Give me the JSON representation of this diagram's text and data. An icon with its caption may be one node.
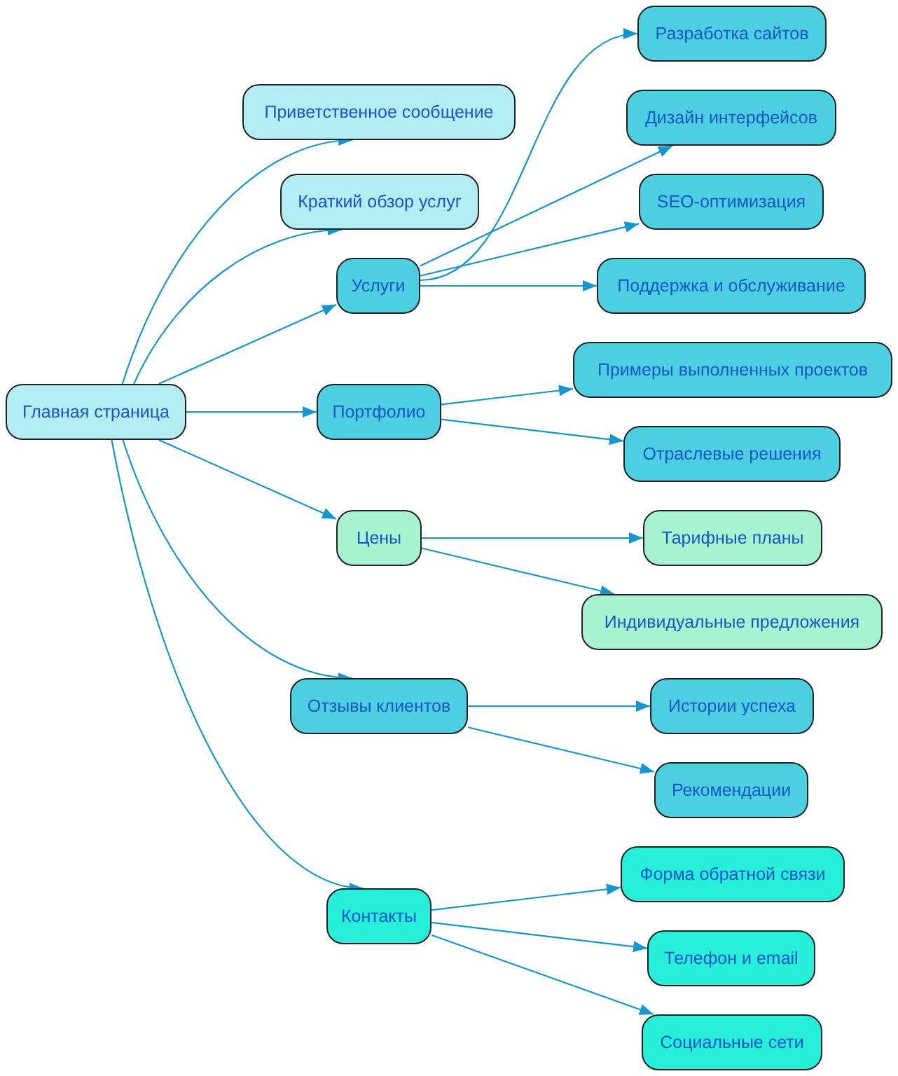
{
  "diagram": {
    "nodes": [
      {
        "text": [
          "Главная страница"
        ]
      },
      {
        "text": [
          "Приветственное сообщение"
        ]
      },
      {
        "text": [
          "Краткий обзор услуг"
        ]
      },
      {
        "text": [
          "Услуги"
        ]
      },
      {
        "text": [
          "Разработка сайтов"
        ]
      },
      {
        "text": [
          "Дизайн интерфейсов"
        ]
      },
      {
        "text": [
          "SEO-оптимизация"
        ]
      },
      {
        "text": [
          "Поддержка и обслуживание"
        ]
      },
      {
        "text": [
          "Портфолио"
        ]
      },
      {
        "text": [
          "Примеры выполненных проектов"
        ]
      },
      {
        "text": [
          "Отраслевые решения"
        ]
      },
      {
        "text": [
          "Цены"
        ]
      },
      {
        "text": [
          "Тарифные планы"
        ]
      },
      {
        "text": [
          "Индивидуальные предложения"
        ]
      },
      {
        "text": [
          "Отзывы клиентов"
        ]
      },
      {
        "text": [
          "Истории успеха"
        ]
      },
      {
        "text": [
          "Рекомендации"
        ]
      },
      {
        "text": [
          "Контакты"
        ]
      },
      {
        "text": [
          "Форма обратной связи"
        ]
      },
      {
        "text": [
          "Телефон и email"
        ]
      },
      {
        "text": [
          "Социальные сети"
        ]
      }
    ],
    "edges": [
      {
        "from": 0,
        "to": 1,
        "arrow": "to"
      },
      {
        "from": 0,
        "to": 2,
        "arrow": "to"
      },
      {
        "from": 0,
        "to": 3,
        "arrow": "to"
      },
      {
        "from": 0,
        "to": 8,
        "arrow": "to"
      },
      {
        "from": 0,
        "to": 11,
        "arrow": "to"
      },
      {
        "from": 0,
        "to": 14,
        "arrow": "to"
      },
      {
        "from": 0,
        "to": 17,
        "arrow": "to"
      },
      {
        "from": 3,
        "to": 4,
        "arrow": "to"
      },
      {
        "from": 3,
        "to": 5,
        "arrow": "to"
      },
      {
        "from": 3,
        "to": 6,
        "arrow": "to"
      },
      {
        "from": 3,
        "to": 7,
        "arrow": "to"
      },
      {
        "from": 8,
        "to": 9,
        "arrow": "to"
      },
      {
        "from": 8,
        "to": 10,
        "arrow": "to"
      },
      {
        "from": 11,
        "to": 12,
        "arrow": "to"
      },
      {
        "from": 11,
        "to": 13,
        "arrow": "to"
      },
      {
        "from": 14,
        "to": 15,
        "arrow": "to"
      },
      {
        "from": 14,
        "to": 16,
        "arrow": "to"
      },
      {
        "from": 17,
        "to": 18,
        "arrow": "to"
      },
      {
        "from": 17,
        "to": 19,
        "arrow": "to"
      },
      {
        "from": 17,
        "to": 20,
        "arrow": "to"
      }
    ]
  }
}
